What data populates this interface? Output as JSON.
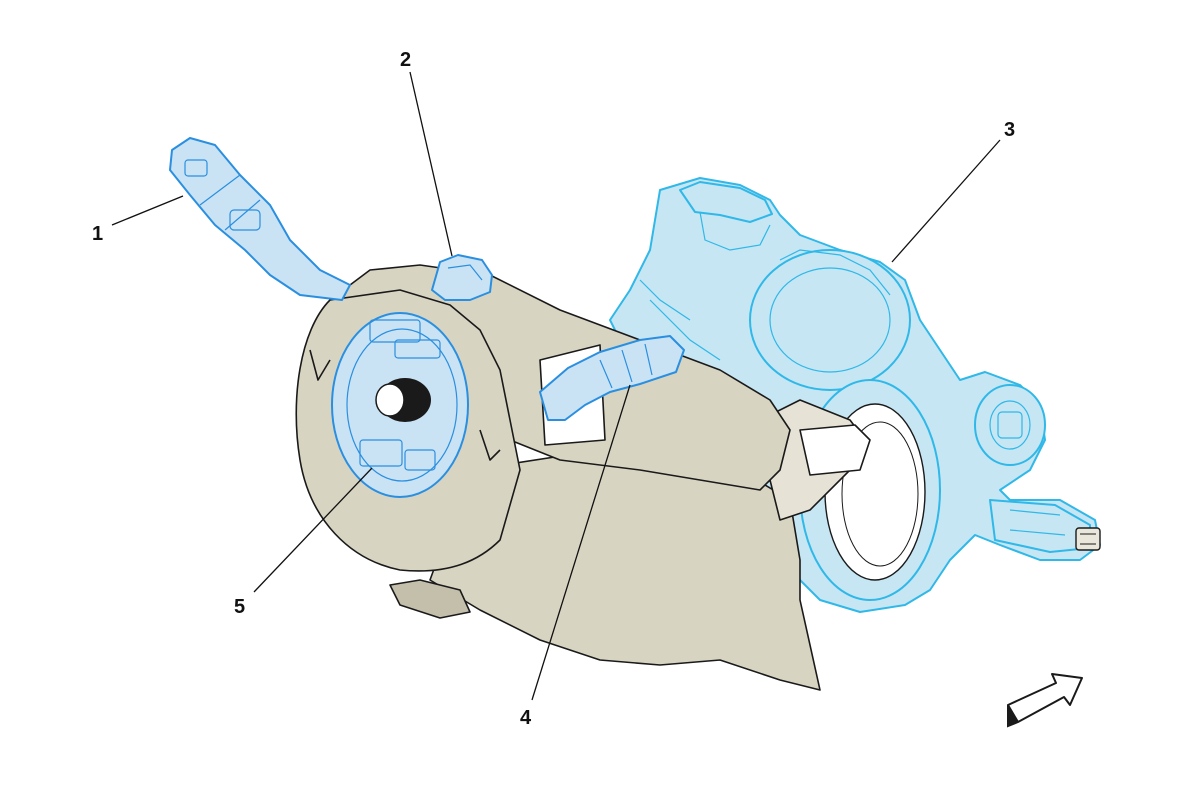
{
  "callouts": [
    {
      "id": "1",
      "label": "1"
    },
    {
      "id": "2",
      "label": "2"
    },
    {
      "id": "3",
      "label": "3"
    },
    {
      "id": "4",
      "label": "4"
    },
    {
      "id": "5",
      "label": "5"
    }
  ],
  "colors": {
    "housing_fill": "#d8d4c2",
    "highlight_blue": "#2a8fe0",
    "highlight_cyan": "#2fb8e8",
    "line": "#1a1a1a"
  },
  "icons": [
    "direction-arrow-icon"
  ]
}
